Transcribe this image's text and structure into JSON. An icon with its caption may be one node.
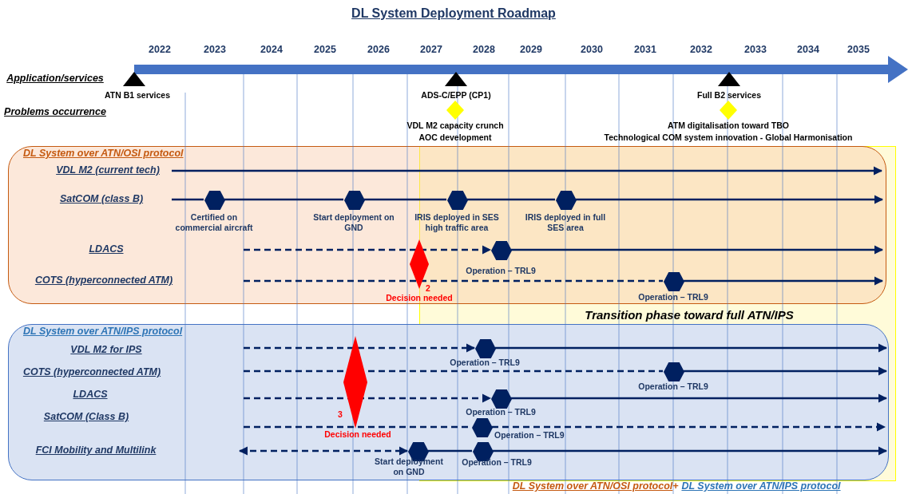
{
  "diagram": {
    "title": "DL System Deployment Roadmap",
    "nodes": [
      {
        "text": [],
        "shape": "triangle",
        "beside": [
          "ATN B1 services"
        ]
      },
      {
        "text": [],
        "shape": "triangle",
        "beside": [
          "ADS-C/EPP (CP1)"
        ]
      },
      {
        "text": [],
        "shape": "diamond",
        "beside": [
          "VDL M2 capacity crunch",
          "AOC development"
        ]
      },
      {
        "text": [],
        "shape": "triangle",
        "beside": [
          "Full B2 services"
        ]
      },
      {
        "text": [],
        "shape": "diamond",
        "beside": [
          "ATM digitalisation toward TBO",
          "Technological COM system innovation - Global Harmonisation"
        ]
      },
      {
        "text": [
          "DL System over ATN/OSI protocol"
        ]
      },
      {
        "text": [],
        "shape": "hexagon",
        "in": 5,
        "beside": [
          "Certified on commercial aircraft"
        ]
      },
      {
        "text": [],
        "shape": "hexagon",
        "in": 5,
        "beside": [
          "Start deployment on GND"
        ]
      },
      {
        "text": [],
        "shape": "hexagon",
        "in": 5,
        "beside": [
          "IRIS deployed in SES high traffic area"
        ]
      },
      {
        "text": [],
        "shape": "hexagon",
        "in": 5,
        "beside": [
          "IRIS deployed in full SES area"
        ]
      },
      {
        "text": [],
        "shape": "hexagon",
        "in": 5,
        "beside": [
          "Operation – TRL9"
        ]
      },
      {
        "text": [],
        "shape": "diamond",
        "in": 5,
        "beside": [
          "2",
          "Decision needed"
        ]
      },
      {
        "text": [],
        "shape": "hexagon",
        "in": 5,
        "beside": [
          "Operation – TRL9"
        ]
      },
      {
        "text": [
          "DL System over ATN/IPS protocol"
        ]
      },
      {
        "text": [],
        "shape": "hexagon",
        "in": 13,
        "beside": [
          "Operation – TRL9"
        ]
      },
      {
        "text": [],
        "shape": "hexagon",
        "in": 13,
        "beside": [
          "Operation – TRL9"
        ]
      },
      {
        "text": [],
        "shape": "diamond",
        "in": 13,
        "beside": [
          "3",
          "Decision needed"
        ]
      },
      {
        "text": [],
        "shape": "hexagon",
        "in": 13,
        "beside": [
          "Operation – TRL9"
        ]
      },
      {
        "text": [],
        "shape": "hexagon",
        "in": 13,
        "beside": [
          "Operation – TRL9"
        ]
      },
      {
        "text": [],
        "shape": "hexagon",
        "in": 13,
        "beside": [
          "Start deployment on GND"
        ]
      },
      {
        "text": [],
        "shape": "hexagon",
        "in": 13,
        "beside": [
          "Operation – TRL9"
        ]
      }
    ],
    "edges": [
      {
        "from": null,
        "to": 6,
        "arrow": "none"
      },
      {
        "from": 6,
        "to": 7,
        "arrow": "none"
      },
      {
        "from": 7,
        "to": 8,
        "arrow": "none"
      },
      {
        "from": 8,
        "to": 9,
        "arrow": "none"
      },
      {
        "from": 9,
        "to": null,
        "arrow": "to"
      },
      {
        "from": null,
        "to": 10,
        "arrow": "to",
        "style": "dashed"
      },
      {
        "from": 10,
        "to": null,
        "arrow": "to"
      },
      {
        "from": null,
        "to": 12,
        "arrow": "none",
        "style": "dashed"
      },
      {
        "from": 12,
        "to": null,
        "arrow": "to"
      },
      {
        "from": null,
        "to": 14,
        "arrow": "to",
        "style": "dashed"
      },
      {
        "from": 14,
        "to": null,
        "arrow": "to"
      },
      {
        "from": null,
        "to": 15,
        "arrow": "none",
        "style": "dashed"
      },
      {
        "from": 15,
        "to": null,
        "arrow": "to"
      },
      {
        "from": null,
        "to": 17,
        "arrow": "to",
        "style": "dashed"
      },
      {
        "from": 17,
        "to": null,
        "arrow": "to"
      },
      {
        "from": null,
        "to": 18,
        "arrow": "none",
        "style": "dashed"
      },
      {
        "from": 18,
        "to": null,
        "arrow": "to",
        "style": "dashed"
      },
      {
        "from": null,
        "to": 19,
        "arrow": "both",
        "style": "dashed"
      },
      {
        "from": 19,
        "to": 20,
        "arrow": "none"
      },
      {
        "from": 20,
        "to": null,
        "arrow": "to"
      }
    ],
    "labels": [
      "2022",
      "2023",
      "2024",
      "2025",
      "2026",
      "2027",
      "2028",
      "2029",
      "2030",
      "2031",
      "2032",
      "2033",
      "2034",
      "2035",
      "Application/services",
      "Problems occurrence",
      "VDL M2 (current tech)",
      "SatCOM (class B)",
      "LDACS",
      "COTS (hyperconnected ATM)",
      "Transition phase toward full ATN/IPS",
      "VDL M2 for IPS",
      "COTS (hyperconnected ATM)",
      "LDACS",
      "SatCOM (Class B)",
      "FCI Mobility and Multilink",
      "DL System over ATN/OSI protocol",
      "+",
      "DL System over ATN/IPS protocol"
    ]
  }
}
